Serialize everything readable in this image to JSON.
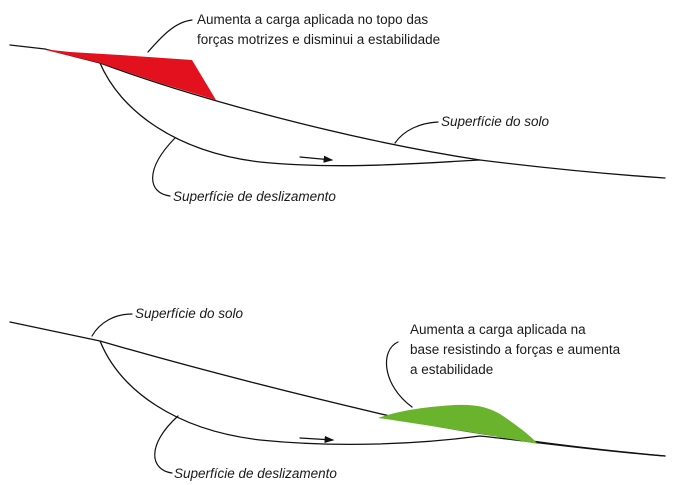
{
  "colors": {
    "top_load": "#e3101d",
    "base_load": "#6ab42d",
    "line": "#111111",
    "background": "#ffffff"
  },
  "top": {
    "annotation_line1": "Aumenta a carga aplicada no topo das",
    "annotation_line2": "forças motrizes e disminui a estabilidade",
    "ground_label": "Superfície do solo",
    "slip_label": "Superfície de deslizamento"
  },
  "bottom": {
    "ground_label": "Superfície do solo",
    "annotation_line1": "Aumenta a carga aplicada na",
    "annotation_line2": "base resistindo a forças e aumenta",
    "annotation_line3": "a estabilidade",
    "slip_label": "Superfície de deslizamento"
  }
}
